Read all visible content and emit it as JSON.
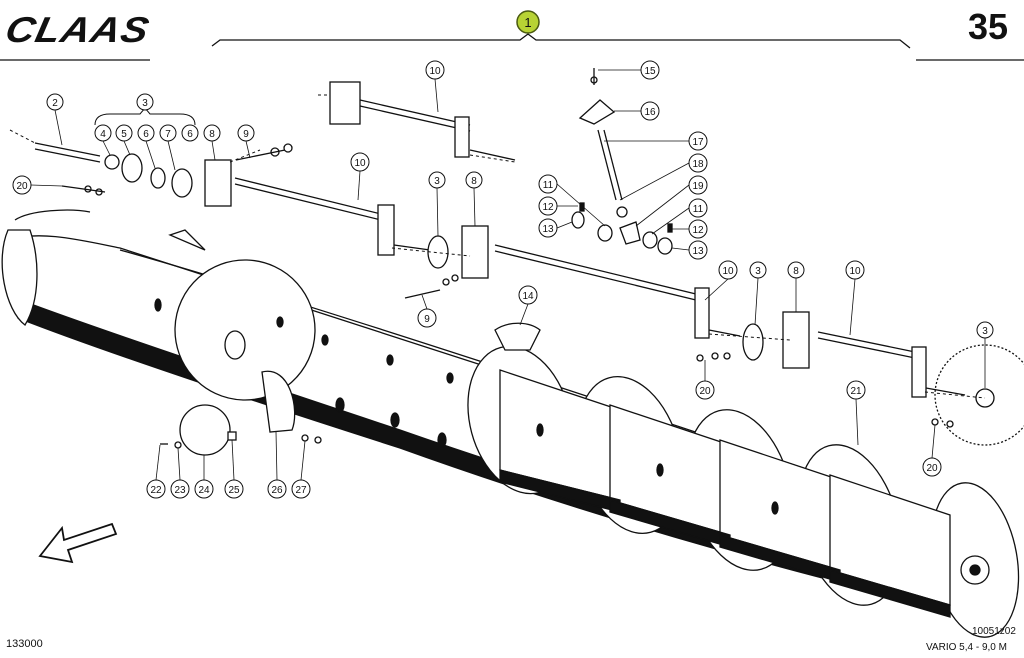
{
  "header": {
    "brand": "CLAAS",
    "group_badge": "1",
    "page_number": "35"
  },
  "footer": {
    "catalog_number": "133000",
    "drawing_number": "10051z02",
    "model": "VARIO 5,4 - 9,0 M"
  },
  "callouts": [
    "1",
    "2",
    "3",
    "4",
    "5",
    "6",
    "7",
    "8",
    "9",
    "10",
    "11",
    "12",
    "13",
    "14",
    "15",
    "16",
    "17",
    "18",
    "19",
    "20",
    "21",
    "22",
    "23",
    "24",
    "25",
    "26",
    "27"
  ],
  "colors": {
    "ink": "#111111",
    "badge": "#b7d334"
  }
}
